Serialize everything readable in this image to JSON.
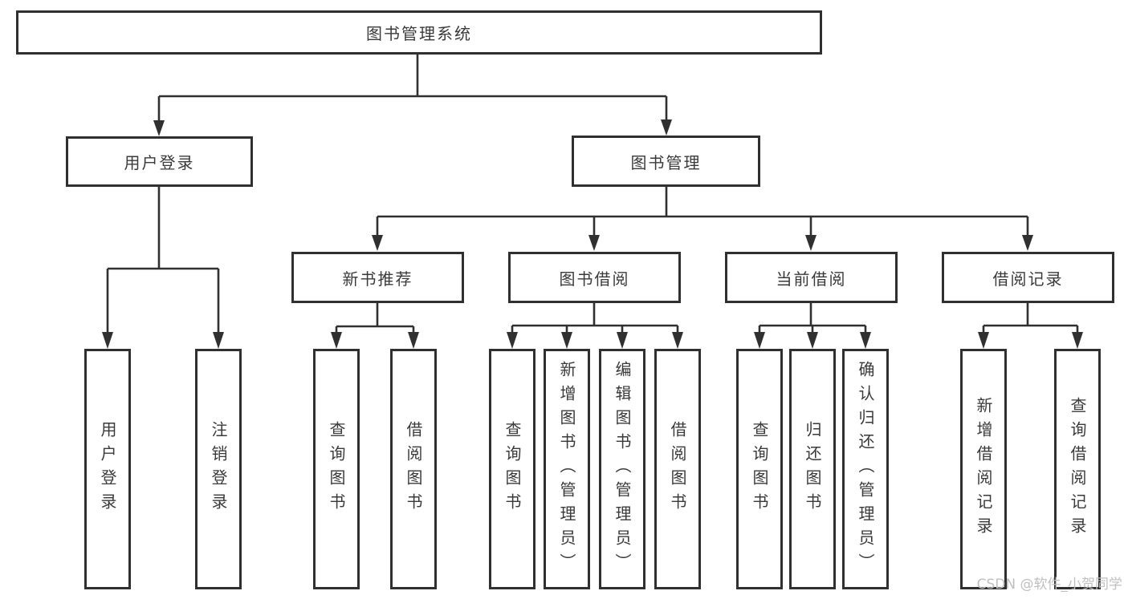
{
  "diagram": {
    "type": "tree",
    "title": "图书管理系统",
    "colors": {
      "line": "#303030",
      "box_border": "#303030",
      "box_background": "#ffffff",
      "text": "#3a3a3a",
      "watermark": "#bfbfbf"
    },
    "root": {
      "label": "图书管理系统"
    },
    "level2": [
      {
        "label": "用户登录",
        "parent": "图书管理系统"
      },
      {
        "label": "图书管理",
        "parent": "图书管理系统"
      }
    ],
    "level3": [
      {
        "label": "新书推荐",
        "parent": "图书管理"
      },
      {
        "label": "图书借阅",
        "parent": "图书管理"
      },
      {
        "label": "当前借阅",
        "parent": "图书管理"
      },
      {
        "label": "借阅记录",
        "parent": "图书管理"
      }
    ],
    "leaves": [
      {
        "label": "用户登录",
        "parent": "用户登录"
      },
      {
        "label": "注销登录",
        "parent": "用户登录"
      },
      {
        "label": "查询图书",
        "parent": "新书推荐"
      },
      {
        "label": "借阅图书",
        "parent": "新书推荐"
      },
      {
        "label": "查询图书",
        "parent": "图书借阅"
      },
      {
        "label": "新增图书（管理员）",
        "parent": "图书借阅"
      },
      {
        "label": "编辑图书（管理员）",
        "parent": "图书借阅"
      },
      {
        "label": "借阅图书",
        "parent": "图书借阅"
      },
      {
        "label": "查询图书",
        "parent": "当前借阅"
      },
      {
        "label": "归还图书",
        "parent": "当前借阅"
      },
      {
        "label": "确认归还（管理员）",
        "parent": "当前借阅"
      },
      {
        "label": "新增借阅记录",
        "parent": "借阅记录"
      },
      {
        "label": "查询借阅记录",
        "parent": "借阅记录"
      }
    ],
    "watermark": "CSDN @软件_小贺同学"
  }
}
